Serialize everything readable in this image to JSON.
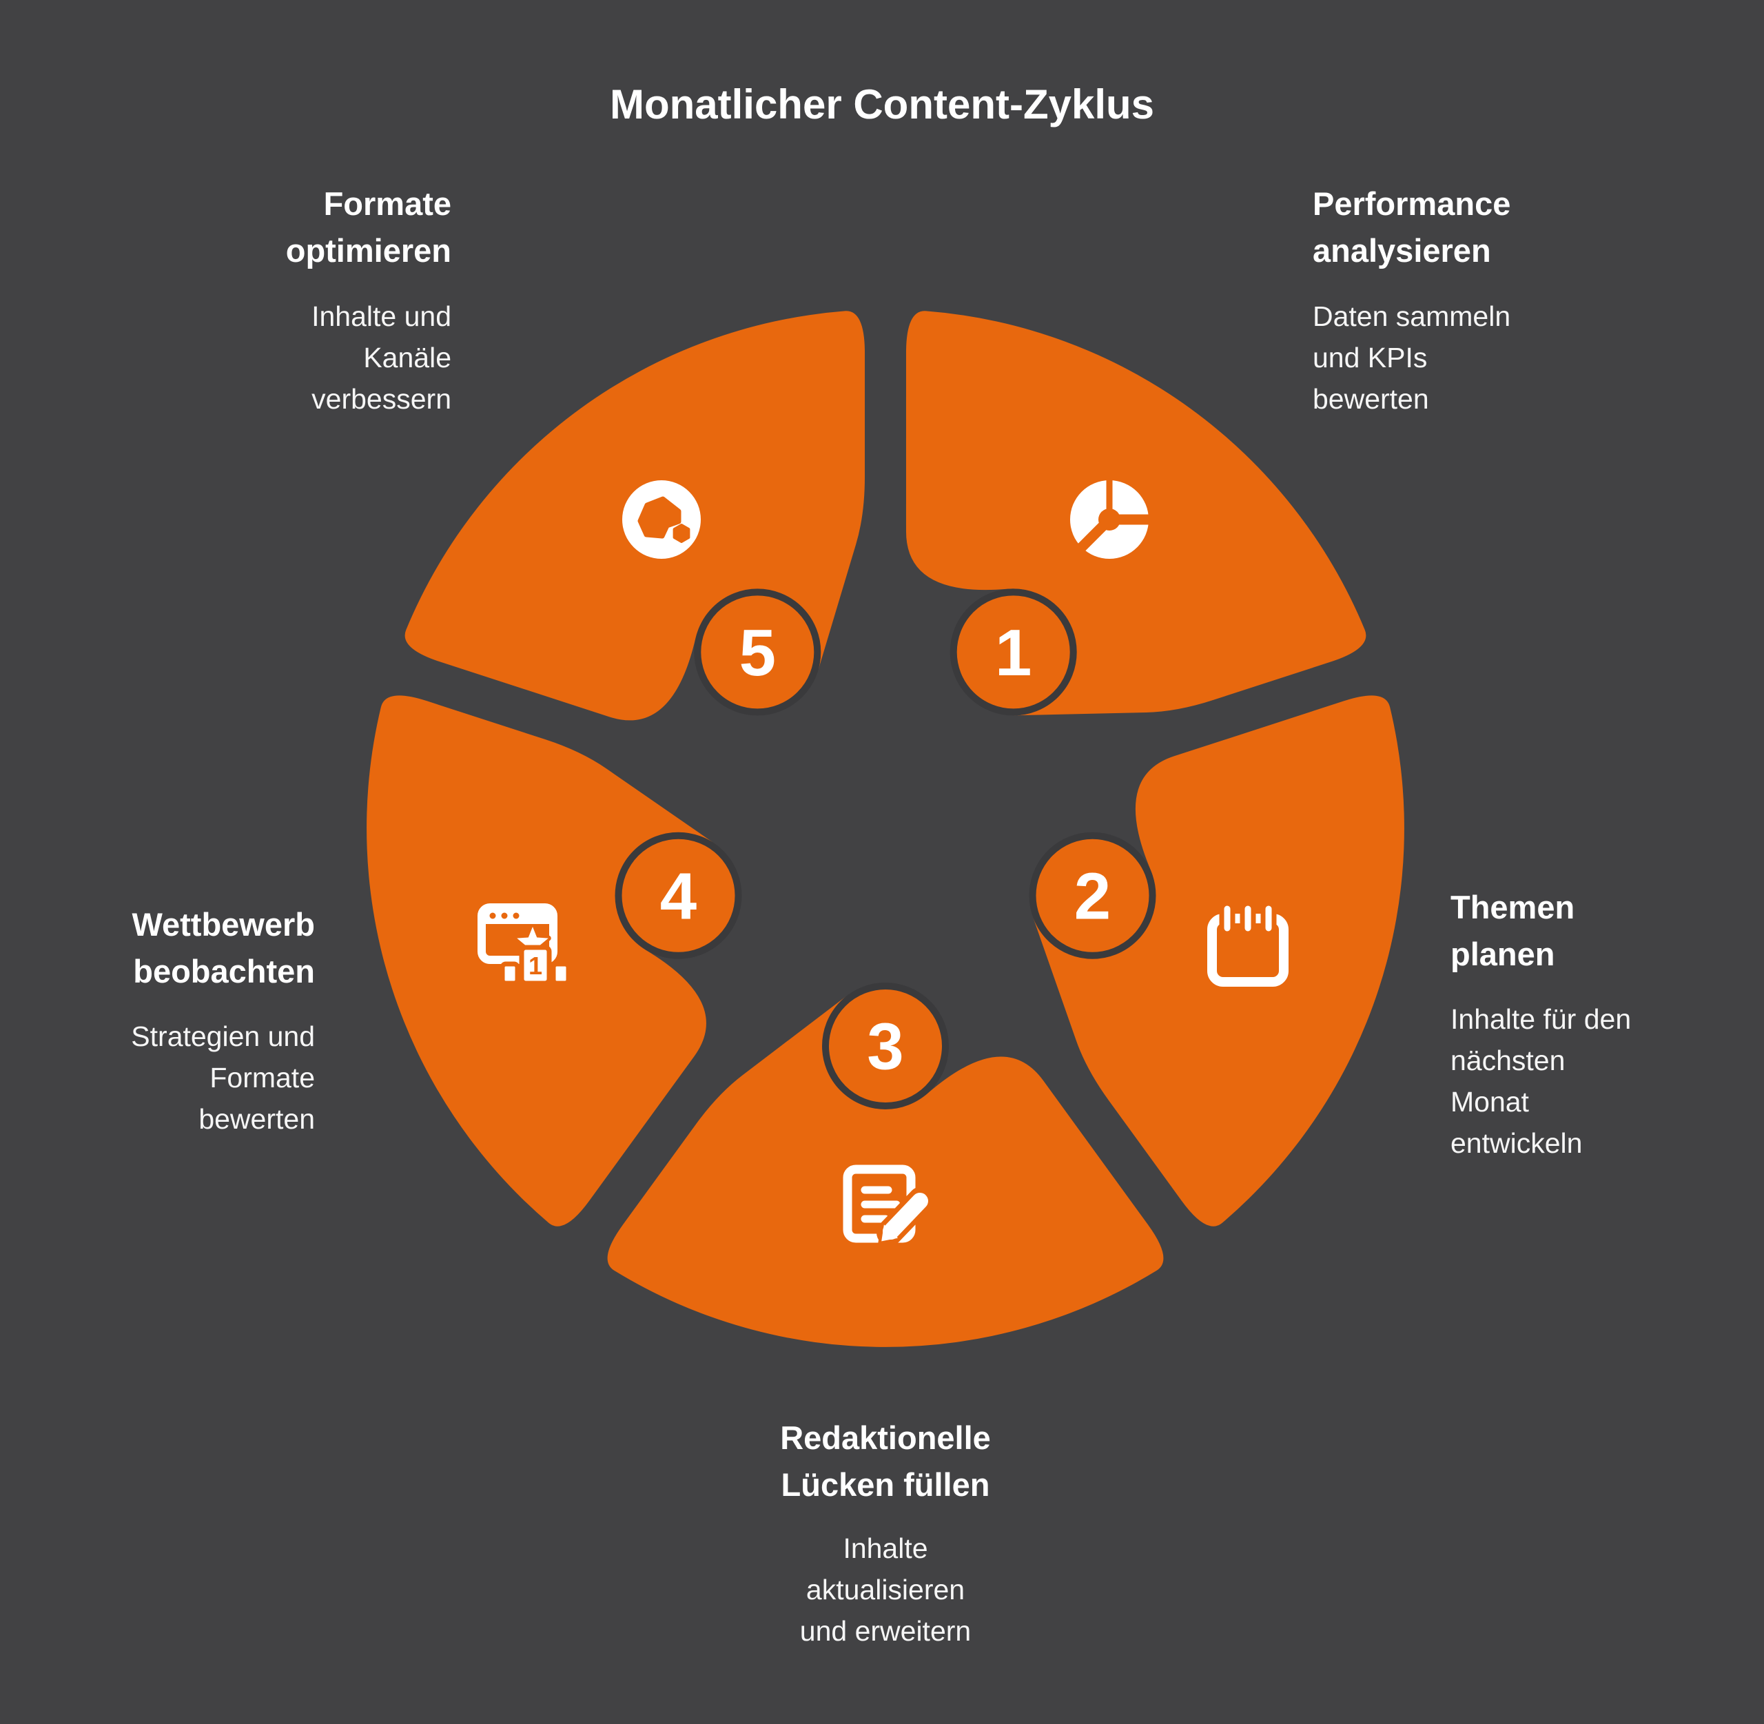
{
  "title": "Monatlicher Content-Zyklus",
  "colors": {
    "background": "#424244",
    "accent_orange": "#E8680E",
    "badge_ring": "#3A3A3C",
    "text": "#FFFFFF"
  },
  "steps": [
    {
      "number": "1",
      "icon": "pie-chart-icon",
      "title_lines": [
        "Performance",
        "analysieren"
      ],
      "desc_lines": [
        "Daten sammeln",
        "und KPIs",
        "bewerten"
      ]
    },
    {
      "number": "2",
      "icon": "calendar-icon",
      "title_lines": [
        "Themen",
        "planen"
      ],
      "desc_lines": [
        "Inhalte für den",
        "nächsten",
        "Monat",
        "entwickeln"
      ]
    },
    {
      "number": "3",
      "icon": "document-edit-icon",
      "title_lines": [
        "Redaktionelle",
        "Lücken füllen"
      ],
      "desc_lines": [
        "Inhalte",
        "aktualisieren",
        "und erweitern"
      ]
    },
    {
      "number": "4",
      "icon": "website-ranking-icon",
      "icon_text": "1",
      "title_lines": [
        "Wettbewerb",
        "beobachten"
      ],
      "desc_lines": [
        "Strategien und",
        "Formate",
        "bewerten"
      ]
    },
    {
      "number": "5",
      "icon": "shapes-cluster-icon",
      "title_lines": [
        "Formate",
        "optimieren"
      ],
      "desc_lines": [
        "Inhalte und",
        "Kanäle",
        "verbessern"
      ]
    }
  ]
}
